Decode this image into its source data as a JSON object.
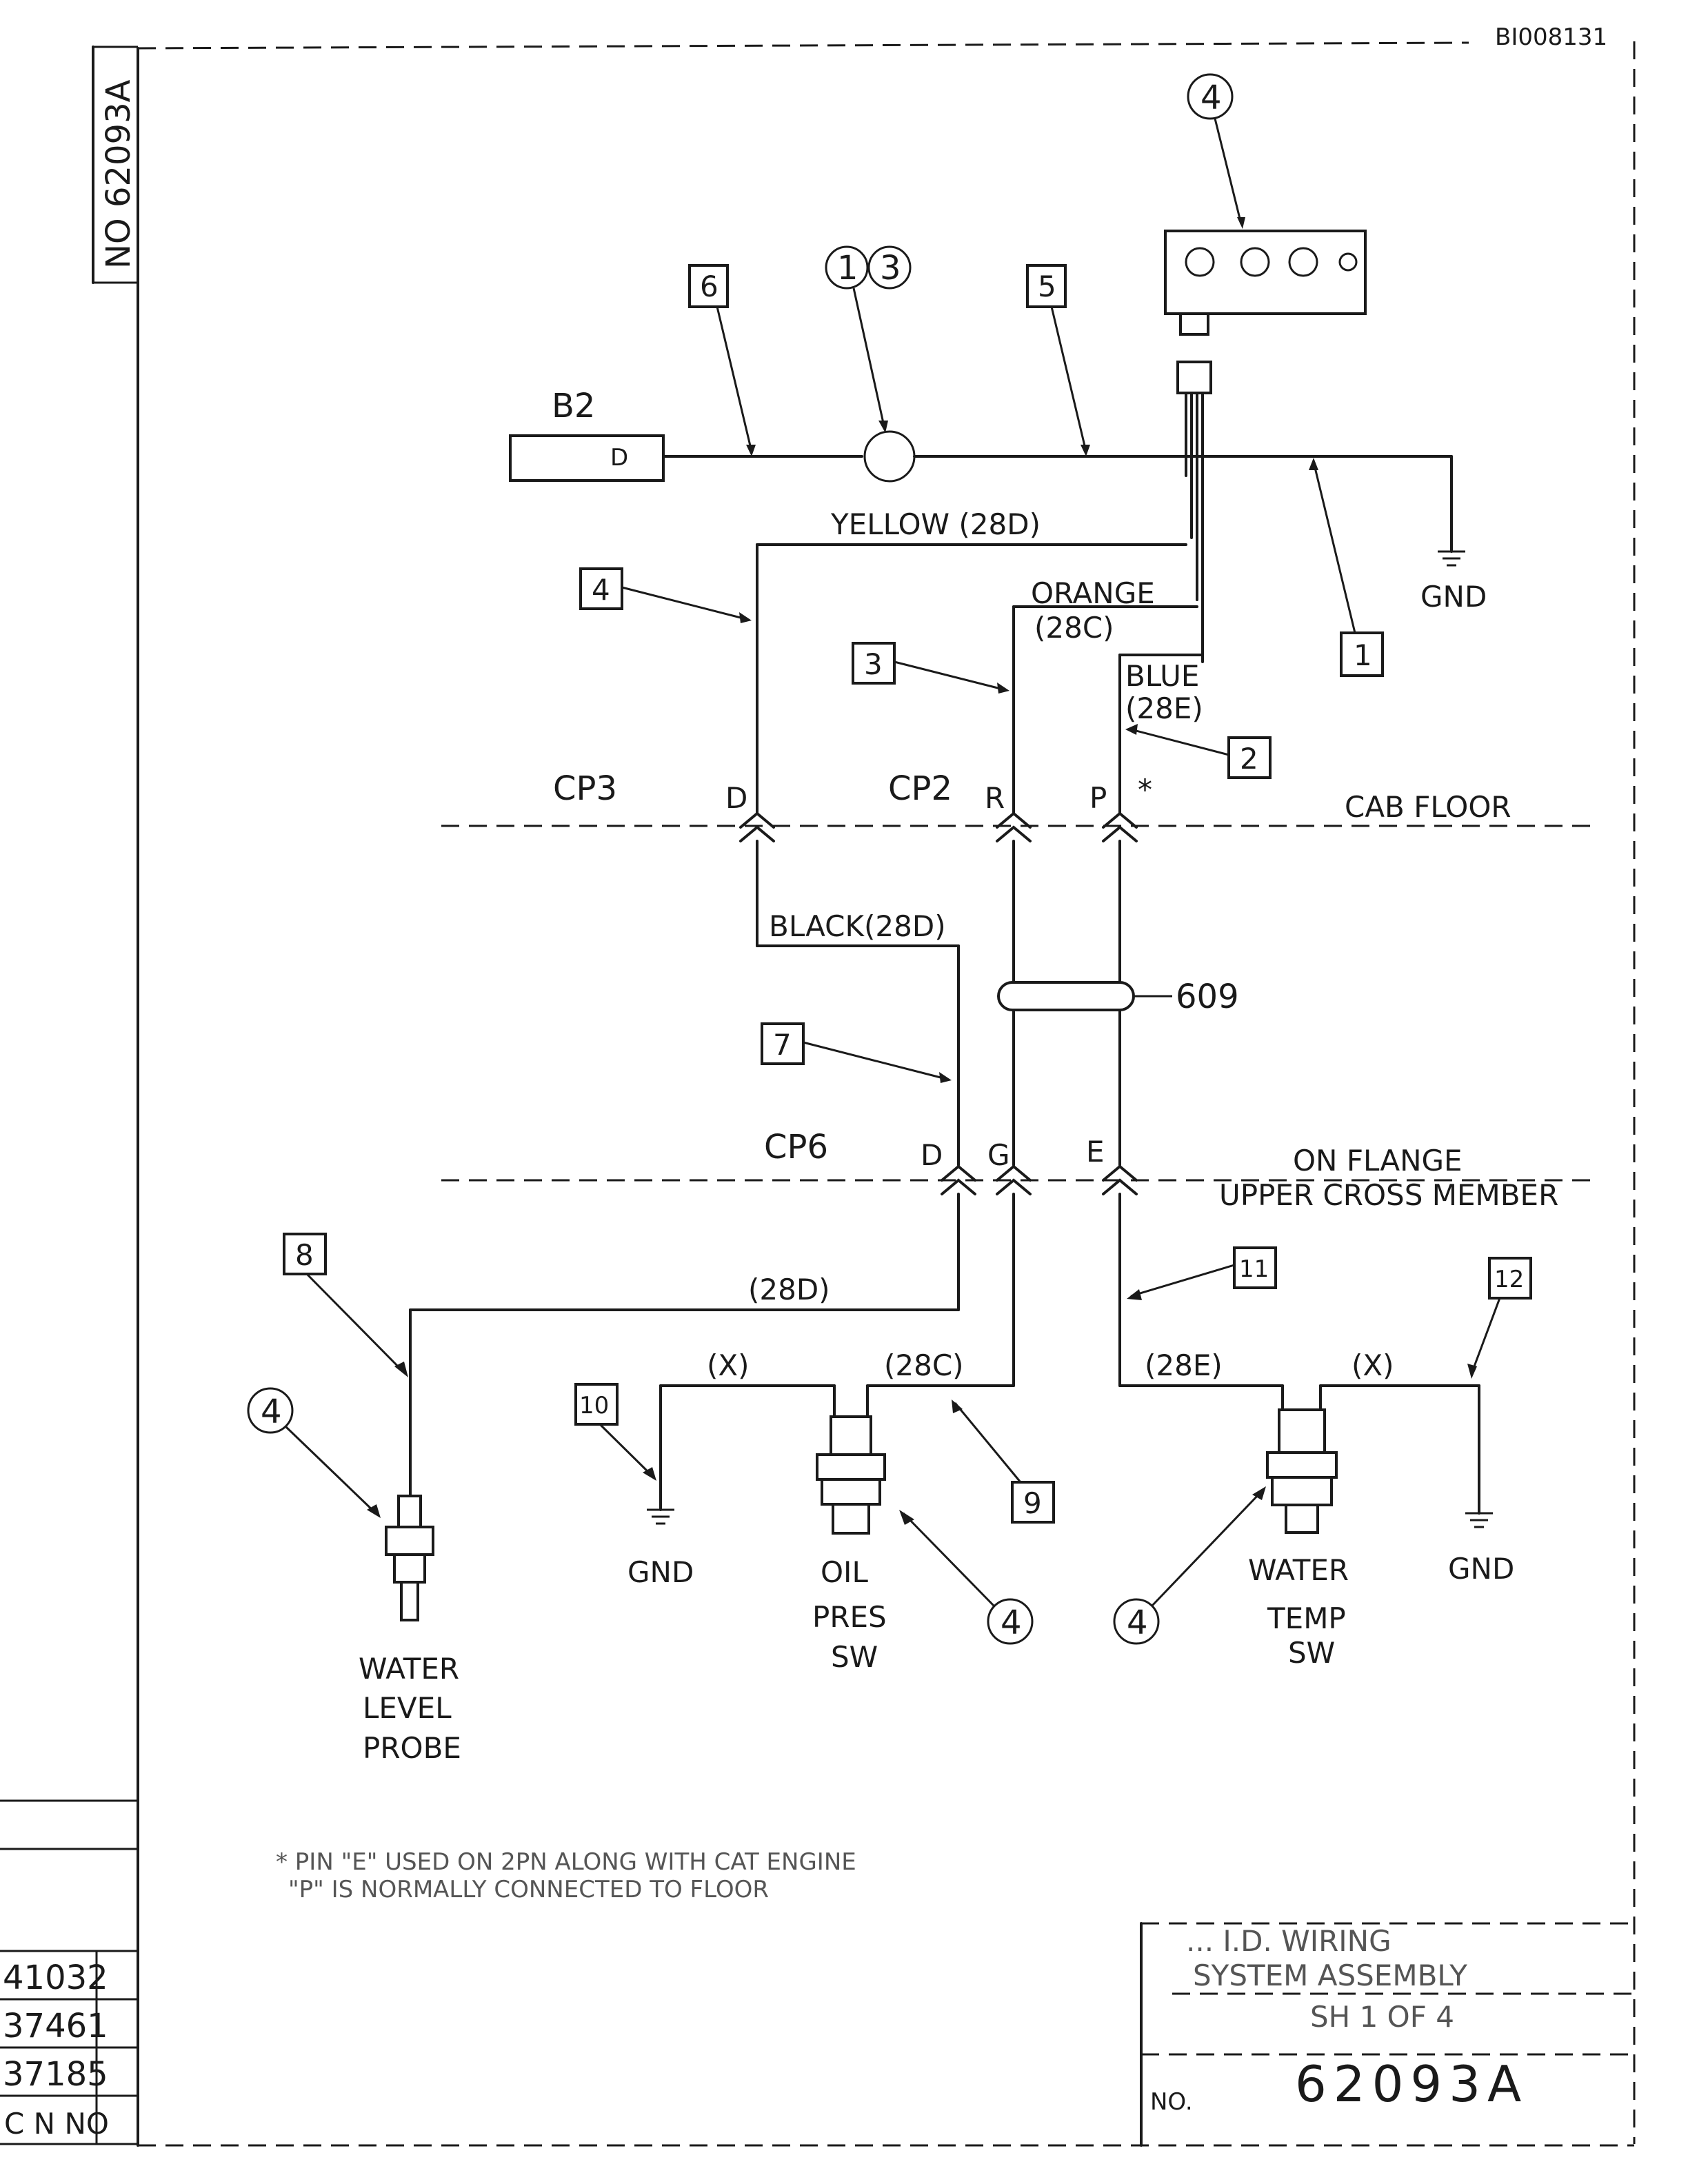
{
  "header": {
    "ref": "BI008131"
  },
  "left_margin": {
    "vertical_no": "NO 62093A"
  },
  "revisions": [
    "41032",
    "37461",
    "37185"
  ],
  "rev_header": "C N NO",
  "part_numbers": {
    "p1": "1",
    "p2": "2",
    "p3": "3",
    "p4": "4",
    "p5": "5",
    "p6": "6",
    "p7": "7",
    "p8": "8",
    "p9": "9",
    "p10": "10",
    "p11": "11",
    "p12": "12"
  },
  "balloons": {
    "gauge": "4",
    "sender_a": "1",
    "sender_b": "3",
    "probe": "4",
    "oil": "4",
    "temp": "4"
  },
  "components": {
    "b2": "B2",
    "b2_terminal": "D",
    "gnd": "GND",
    "clamp_ref": "609",
    "water_level_probe": [
      "WATER",
      "LEVEL",
      "PROBE"
    ],
    "oil_pres_sw": [
      "OIL",
      "PRES",
      "SW"
    ],
    "water_temp_sw": [
      "WATER",
      "TEMP",
      "SW"
    ]
  },
  "wires": {
    "yellow": "YELLOW (28D)",
    "orange": [
      "ORANGE",
      "(28C)"
    ],
    "blue": [
      "BLUE",
      "(28E)"
    ],
    "black": "BLACK(28D)",
    "w28d": "(28D)",
    "w28c": "(28C)",
    "w28e": "(28E)",
    "x1": "(X)",
    "x2": "(X)"
  },
  "connectors": {
    "cp3": "CP3",
    "cp2": "CP2",
    "cp6": "CP6",
    "pin_d": "D",
    "pin_r": "R",
    "pin_p": "P",
    "star": "*",
    "pin_d2": "D",
    "pin_g": "G",
    "pin_e": "E"
  },
  "locations": {
    "cab_floor": "CAB FLOOR",
    "flange": [
      "ON FLANGE",
      "UPPER CROSS MEMBER"
    ]
  },
  "note": [
    "* PIN \"E\" USED ON 2PN ALONG WITH CAT ENGINE",
    "\"P\" IS NORMALLY CONNECTED TO FLOOR"
  ],
  "title_block": {
    "title1": "... I.D. WIRING",
    "title2": "SYSTEM ASSEMBLY",
    "sheet": "SH 1 OF 4",
    "no_label": "NO.",
    "number": "62093A"
  }
}
